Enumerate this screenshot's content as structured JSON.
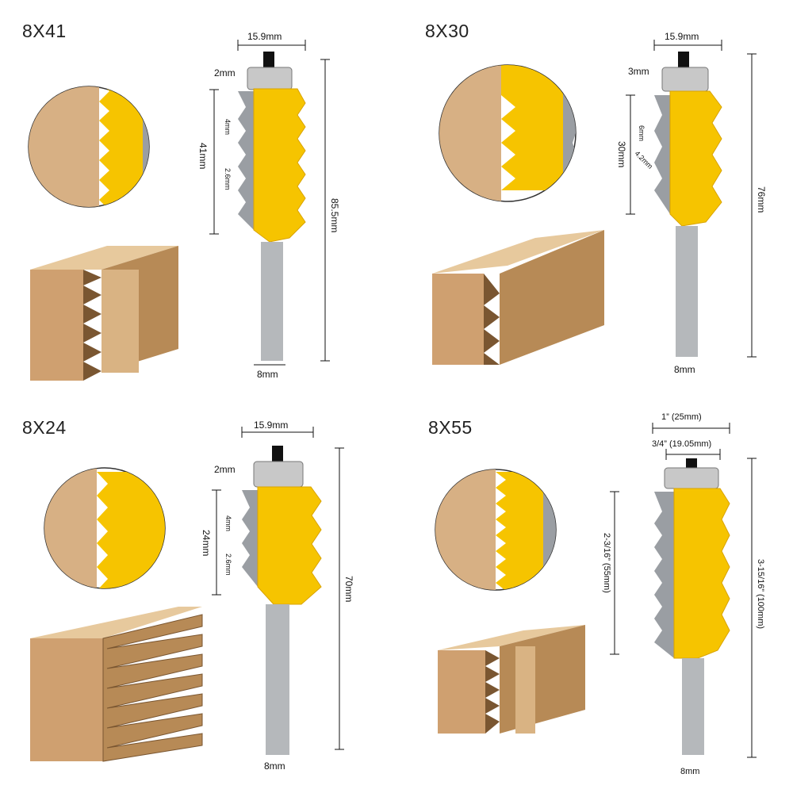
{
  "panels": [
    {
      "title": "8X41",
      "width_label": "15.9mm",
      "bearing_label": "2mm",
      "profile_label": "41mm",
      "tooth_label": "4mm",
      "tooth_small_label": "2.6mm",
      "overall_label": "85.5mm",
      "shank_label": "8mm"
    },
    {
      "title": "8X30",
      "width_label": "15.9mm",
      "bearing_label": "3mm",
      "profile_label": "30mm",
      "tooth_label": "6mm",
      "tooth_small_label": "4.2mm",
      "overall_label": "76mm",
      "shank_label": "8mm"
    },
    {
      "title": "8X24",
      "width_label": "15.9mm",
      "bearing_label": "2mm",
      "profile_label": "24mm",
      "tooth_label": "4mm",
      "tooth_small_label": "2.6mm",
      "overall_label": "70mm",
      "shank_label": "8mm"
    },
    {
      "title": "8X55",
      "width_label_1": "1”  (25mm)",
      "width_label_2": "3/4”  (19.05mm)",
      "profile_label": "2-3/16”  (55mm)",
      "overall_label": "3-15/16”  (100mm)",
      "shank_label": "8mm"
    }
  ],
  "colors": {
    "cutter_yellow": "#f6c400",
    "cutter_dark": "#d9a300",
    "carbide_gray": "#9a9ea3",
    "shank_gray": "#b5b8bb",
    "wood_light": "#dcb98e",
    "wood_mid": "#c99a64",
    "wood_dark": "#8a6238",
    "bearing": "#c8c8c8"
  },
  "icons": [
    "router-bit-icon",
    "wood-joint-icon",
    "zoom-circle-icon"
  ]
}
